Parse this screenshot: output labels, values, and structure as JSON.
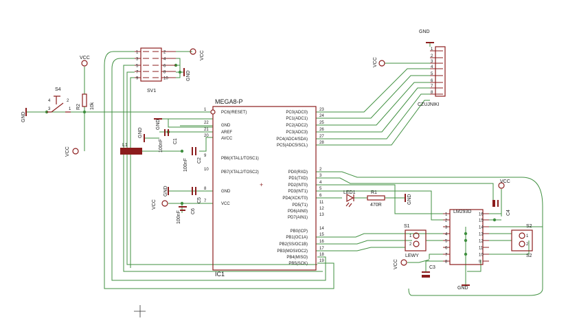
{
  "labels": {
    "vcc": "VCC",
    "gnd": "GND",
    "mega_name": "MEGA8-P",
    "mega_ref": "IC1",
    "sv1": "SV1",
    "czujniki": "CZUJNIKI",
    "lm_name": "LM293D",
    "s4": "S4",
    "r2": "R2",
    "r2_val": "10k",
    "l1": "L1",
    "c1": "C1",
    "c1_val": "100nF",
    "c2": "C2",
    "c2_val": "100nF",
    "c5": "C5",
    "c6": "C6",
    "c6_val": "100nF",
    "led1": "LED1",
    "r1": "R1",
    "r1_val": "470R",
    "c3": "C3",
    "c4": "C4",
    "s1": "S1",
    "s2_a": "S2",
    "s2_b": "S2",
    "lewy": "LEWY"
  },
  "mega_left_pins": [
    {
      "num": "1",
      "name": "PC6(/RESET)"
    },
    {
      "num": "22",
      "name": "GND"
    },
    {
      "num": "21",
      "name": "AREF"
    },
    {
      "num": "20",
      "name": "AVCC"
    },
    {
      "num": "9",
      "name": "PB6(XTAL1/TOSC1)"
    },
    {
      "num": "10",
      "name": "PB7(XTAL2/TOSC2)"
    },
    {
      "num": "8",
      "name": "GND"
    },
    {
      "num": "7",
      "name": "VCC"
    }
  ],
  "mega_right_pins": [
    {
      "num": "23",
      "name": "PC0(ADC0)"
    },
    {
      "num": "24",
      "name": "PC1(ADC1)"
    },
    {
      "num": "25",
      "name": "PC2(ADC2)"
    },
    {
      "num": "26",
      "name": "PC3(ADC3)"
    },
    {
      "num": "27",
      "name": "PC4(ADC4/SDA)"
    },
    {
      "num": "28",
      "name": "PC5(ADC5/SCL)"
    },
    {
      "num": "2",
      "name": "PD0(RXD)"
    },
    {
      "num": "3",
      "name": "PD1(TXD)"
    },
    {
      "num": "4",
      "name": "PD2(INT0)"
    },
    {
      "num": "5",
      "name": "PD3(INT1)"
    },
    {
      "num": "6",
      "name": "PD4(XCK/T0)"
    },
    {
      "num": "11",
      "name": "PD5(T1)"
    },
    {
      "num": "12",
      "name": "PD6(AIN0)"
    },
    {
      "num": "13",
      "name": "PD7(AIN1)"
    },
    {
      "num": "14",
      "name": "PB0(ICP)"
    },
    {
      "num": "15",
      "name": "PB1(OC1A)"
    },
    {
      "num": "16",
      "name": "PB2(SS/OC1B)"
    },
    {
      "num": "17",
      "name": "PB3(MOSI/OC2)"
    },
    {
      "num": "18",
      "name": "PB4(MISO)"
    },
    {
      "num": "19",
      "name": "PB5(SCK)"
    }
  ],
  "sv1_pins": [
    "1",
    "2",
    "3",
    "4",
    "5",
    "6",
    "7",
    "8",
    "9",
    "10"
  ],
  "czujniki_pins": [
    "1",
    "2",
    "3",
    "4",
    "5",
    "6",
    "7",
    "8"
  ],
  "lm_left_pins": [
    "1",
    "2",
    "3",
    "4",
    "5",
    "6",
    "7",
    "8"
  ],
  "lm_right_pins": [
    "16",
    "15",
    "14",
    "13",
    "12",
    "11",
    "10",
    "9"
  ],
  "s4_pins": [
    "3",
    "4",
    "2",
    "1"
  ],
  "terminal_pins": [
    "1",
    "2"
  ]
}
